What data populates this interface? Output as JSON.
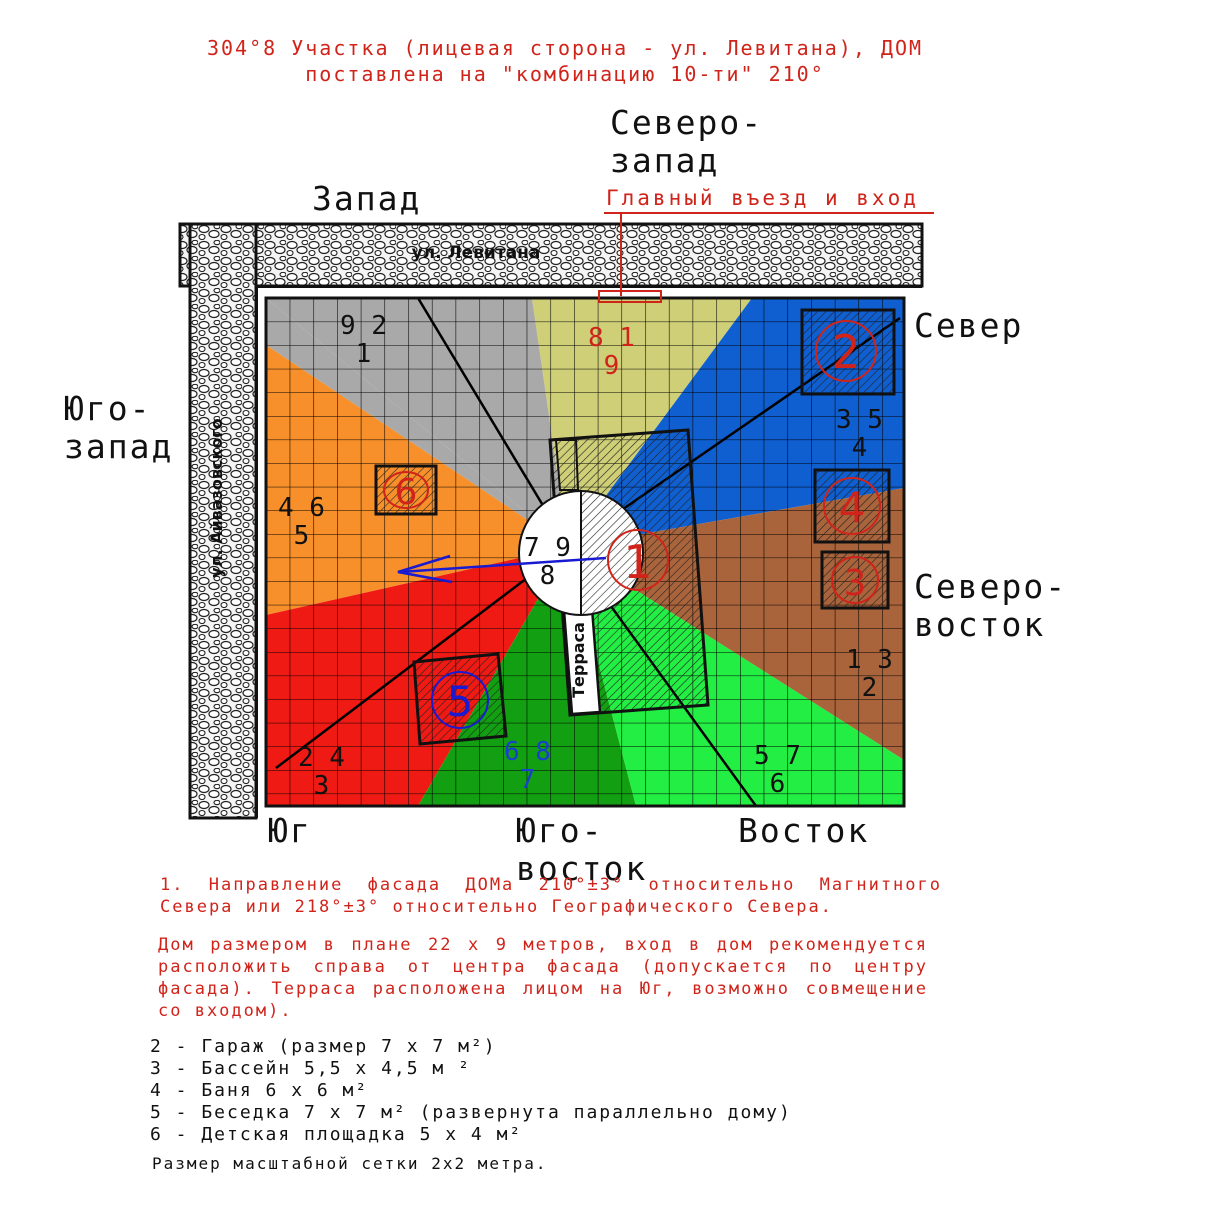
{
  "title": {
    "line1": "304°8 Участка (лицевая сторона - ул. Левитана), ДОМ",
    "line2": "поставлена на \"комбинацию 10-ти\" 210°"
  },
  "directions": {
    "north_west": "Северо-\nзапад",
    "west": "Запад",
    "north": "Север",
    "south_west": "Юго-\nзапад",
    "north_east": "Северо-\nвосток",
    "south": "Юг",
    "south_east": "Юго-\nвосток",
    "east": "Восток"
  },
  "entrance_label": "Главный въезд и вход",
  "streets": {
    "top": "ул. Левитана",
    "left": "ул. Айвазовского"
  },
  "terrace_label": "Терраса",
  "sector_numbers": [
    {
      "sector": "north-west-gray",
      "text": "9 2\n 1",
      "color": "#111111"
    },
    {
      "sector": "north-yellow",
      "text": "8 1\n 9",
      "color": "#d0241b"
    },
    {
      "sector": "north-blue",
      "text": "3 5\n 4",
      "color": "#111111"
    },
    {
      "sector": "west-orange",
      "text": "4 6\n 5",
      "color": "#111111"
    },
    {
      "sector": "center",
      "text": "7 9\n 8",
      "color": "#111111"
    },
    {
      "sector": "north-east-brown",
      "text": "1 3\n 2",
      "color": "#111111"
    },
    {
      "sector": "south-red",
      "text": "2 4\n 3",
      "color": "#111111"
    },
    {
      "sector": "south-east-green",
      "text": "6 8\n 7",
      "color": "#1a3fd0"
    },
    {
      "sector": "east-lightgreen",
      "text": "5 7\n 6",
      "color": "#111111"
    }
  ],
  "objects": [
    {
      "id": "house",
      "label": "1"
    },
    {
      "id": "garage",
      "label": "2"
    },
    {
      "id": "pool",
      "label": "3"
    },
    {
      "id": "bath",
      "label": "4"
    },
    {
      "id": "gazebo",
      "label": "5"
    },
    {
      "id": "playground",
      "label": "6"
    }
  ],
  "colors": {
    "gray": "#a9a9a9",
    "yellow": "#cfcf78",
    "blue": "#0f5fd0",
    "orange": "#f7902a",
    "brown": "#a9643c",
    "red": "#f01a14",
    "green": "#12a012",
    "lightgreen": "#22ee44",
    "accent_red": "#d0241b",
    "arrow_blue": "#1a1ad0"
  },
  "notes": {
    "note1": "1. Направление фасада ДОМа  210°±3° относительно Магнитного Севера или 218°±3° относительно Географического Севера.",
    "note2": "Дом размером в плане 22 х 9 метров, вход в дом рекомендуется расположить справа от центра фасада (допускается по центру фасада). Терраса расположена лицом на Юг, возможно совмещение со входом).",
    "legend": [
      "2 - Гараж (размер 7 х 7 м²)",
      "3 - Бассейн 5,5 х 4,5 м ²",
      "4 - Баня 6 х 6 м²",
      "5 - Беседка 7 х 7 м² (развернута параллельно дому)",
      "6 - Детская площадка 5 х 4 м²"
    ],
    "grid_note": "Размер масштабной сетки 2х2 метра."
  }
}
